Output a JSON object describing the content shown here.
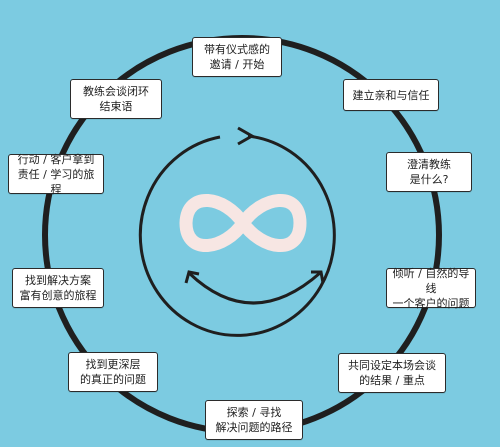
{
  "cycle": {
    "steps": [
      {
        "label": "带有仪式感的\n邀请 / 开始"
      },
      {
        "label": "建立亲和与信任"
      },
      {
        "label": "澄清教练\n是什么?"
      },
      {
        "label": "倾听 / 自然的导线\n一个客户的问题"
      },
      {
        "label": "共同设定本场会谈\n的结果 / 重点"
      },
      {
        "label": "探索 / 寻找\n解决问题的路径"
      },
      {
        "label": "找到更深层\n的真正的问题"
      },
      {
        "label": "找到解决方案\n富有创意的旅程"
      },
      {
        "label": "行动 / 客户拿到\n责任 / 学习的旅程"
      },
      {
        "label": "教练会谈闭环\n结束语"
      }
    ]
  },
  "colors": {
    "background": "#7ccbe1",
    "ring": "#1f1f1f",
    "infinity": "#f7e6e3"
  },
  "icons": {
    "center": "infinity-cycle-icon"
  }
}
